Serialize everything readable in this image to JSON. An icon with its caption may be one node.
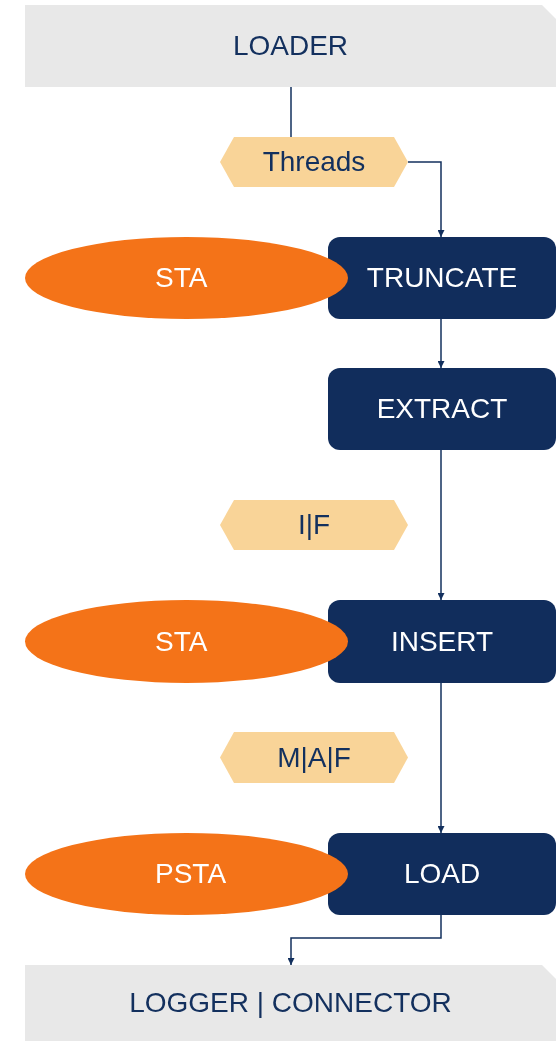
{
  "diagram": {
    "nodes": [
      {
        "text": [
          "LOADER"
        ]
      },
      {
        "text": [
          "Threads"
        ]
      },
      {
        "text": [
          "STA"
        ]
      },
      {
        "text": [
          "TRUNCATE"
        ]
      },
      {
        "text": [
          "EXTRACT"
        ]
      },
      {
        "text": [
          "I|F"
        ]
      },
      {
        "text": [
          "STA"
        ]
      },
      {
        "text": [
          "INSERT"
        ]
      },
      {
        "text": [
          "M|A|F"
        ]
      },
      {
        "text": [
          "PSTA"
        ]
      },
      {
        "text": [
          "LOAD"
        ]
      },
      {
        "text": [
          "LOGGER | CONNECTOR"
        ]
      }
    ],
    "edges": [
      {
        "from": 0,
        "to": 1,
        "arrow": "none"
      },
      {
        "from": 1,
        "to": 3,
        "arrow": "to"
      },
      {
        "from": 3,
        "to": 4,
        "arrow": "to"
      },
      {
        "from": 4,
        "to": 7,
        "arrow": "to"
      },
      {
        "from": 7,
        "to": 10,
        "arrow": "to"
      },
      {
        "from": 10,
        "to": 11,
        "arrow": "to"
      }
    ]
  }
}
